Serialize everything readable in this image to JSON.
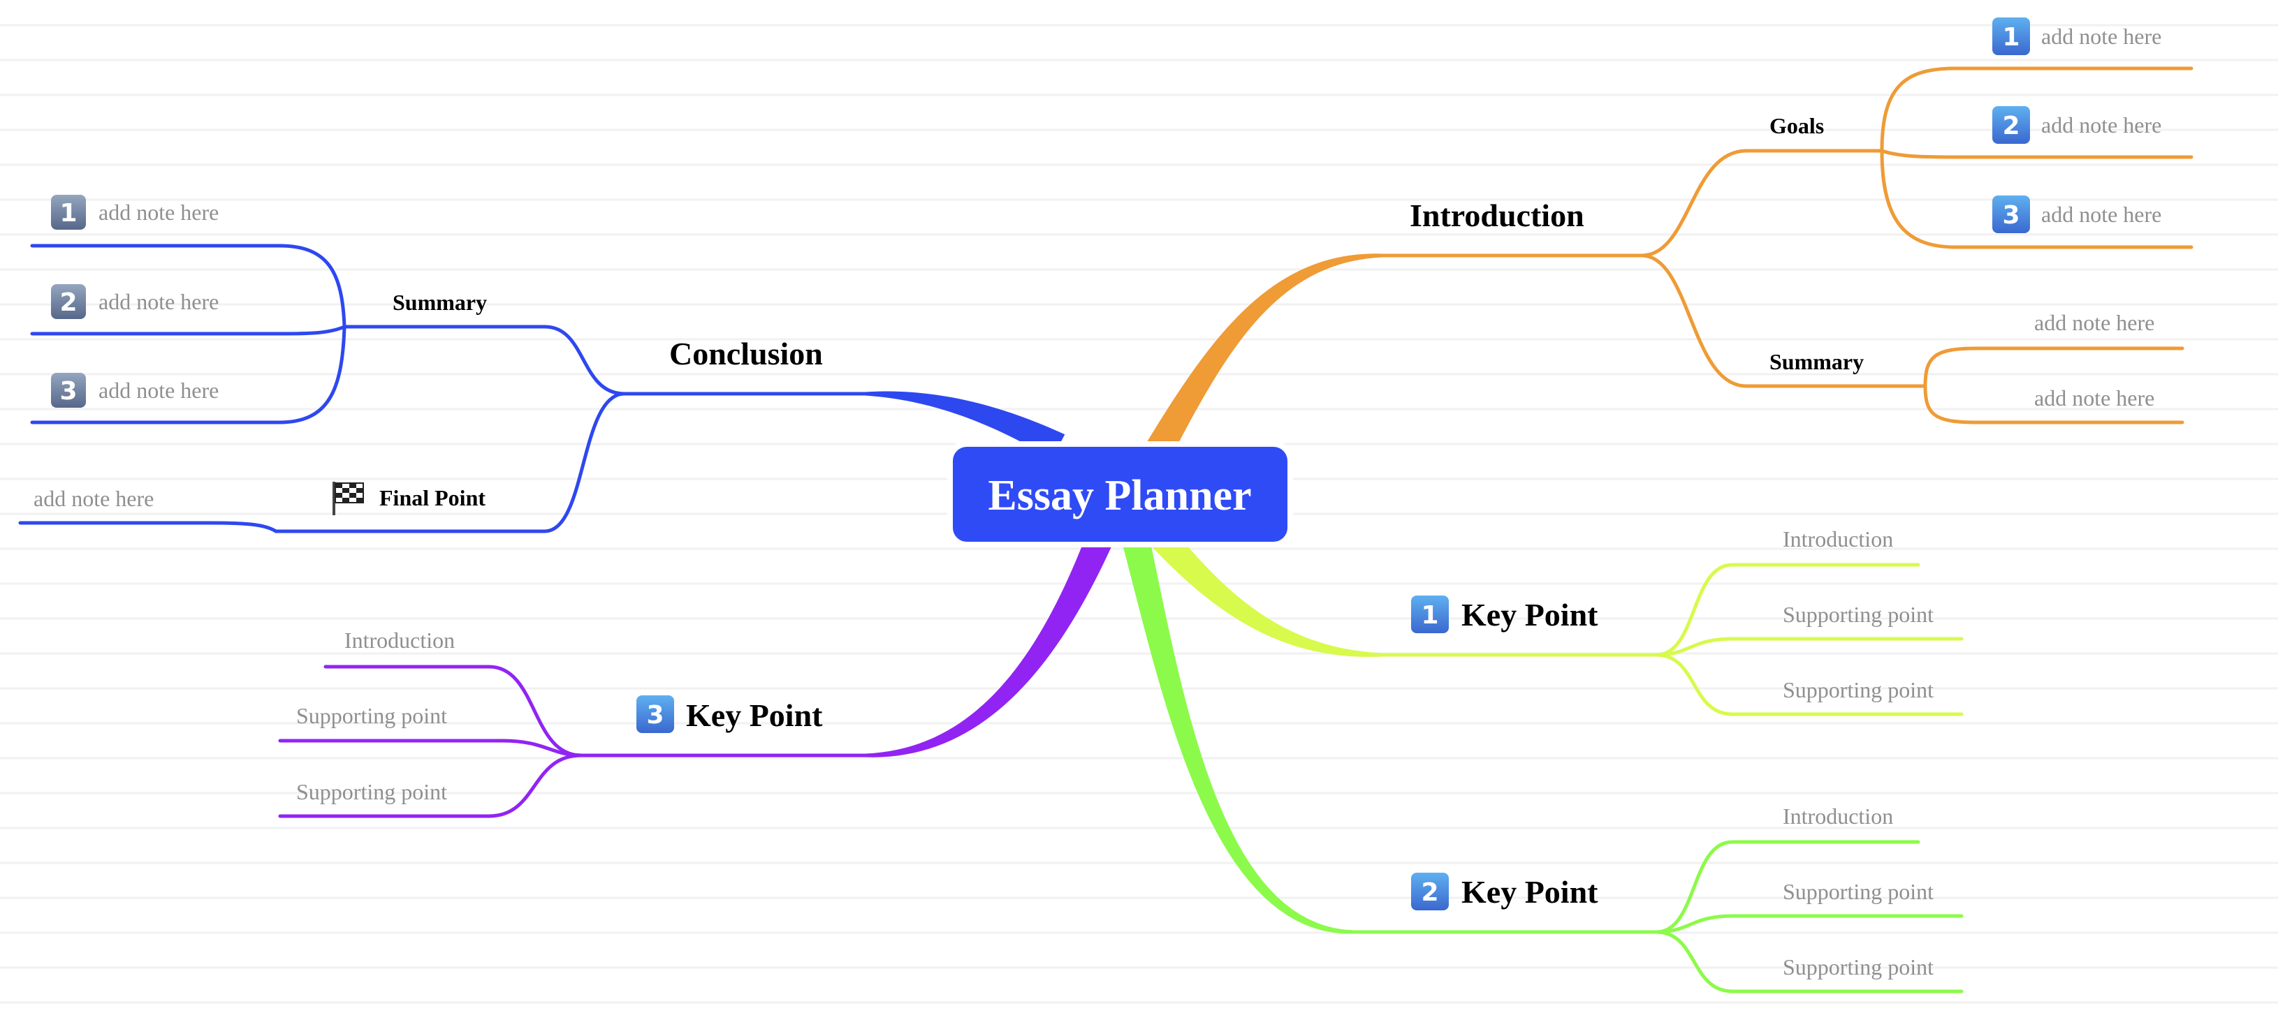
{
  "title": "Essay Planner",
  "colors": {
    "root": "#2f4bf6",
    "introduction": "#ef9b36",
    "conclusion": "#2e48ef",
    "key1": "#d7fa4c",
    "key2": "#8cfa4a",
    "key3": "#9124f3",
    "note": "#8f8f8f"
  },
  "introduction": {
    "label": "Introduction",
    "goals": {
      "label": "Goals",
      "notes": [
        {
          "badge": "1",
          "text": "add note here"
        },
        {
          "badge": "2",
          "text": "add note here"
        },
        {
          "badge": "3",
          "text": "add note here"
        }
      ]
    },
    "summary": {
      "label": "Summary",
      "notes": [
        "add note here",
        "add note here"
      ]
    }
  },
  "conclusion": {
    "label": "Conclusion",
    "summary": {
      "label": "Summary",
      "notes": [
        {
          "badge": "1",
          "text": "add note here"
        },
        {
          "badge": "2",
          "text": "add note here"
        },
        {
          "badge": "3",
          "text": "add note here"
        }
      ]
    },
    "final_point": {
      "label": "Final Point",
      "icon": "checkered-flag-icon",
      "note": "add note here"
    }
  },
  "key_points": [
    {
      "badge": "1",
      "label": "Key Point",
      "items": [
        "Introduction",
        "Supporting point",
        "Supporting point"
      ]
    },
    {
      "badge": "2",
      "label": "Key Point",
      "items": [
        "Introduction",
        "Supporting point",
        "Supporting point"
      ]
    },
    {
      "badge": "3",
      "label": "Key Point",
      "items": [
        "Introduction",
        "Supporting point",
        "Supporting point"
      ]
    }
  ]
}
